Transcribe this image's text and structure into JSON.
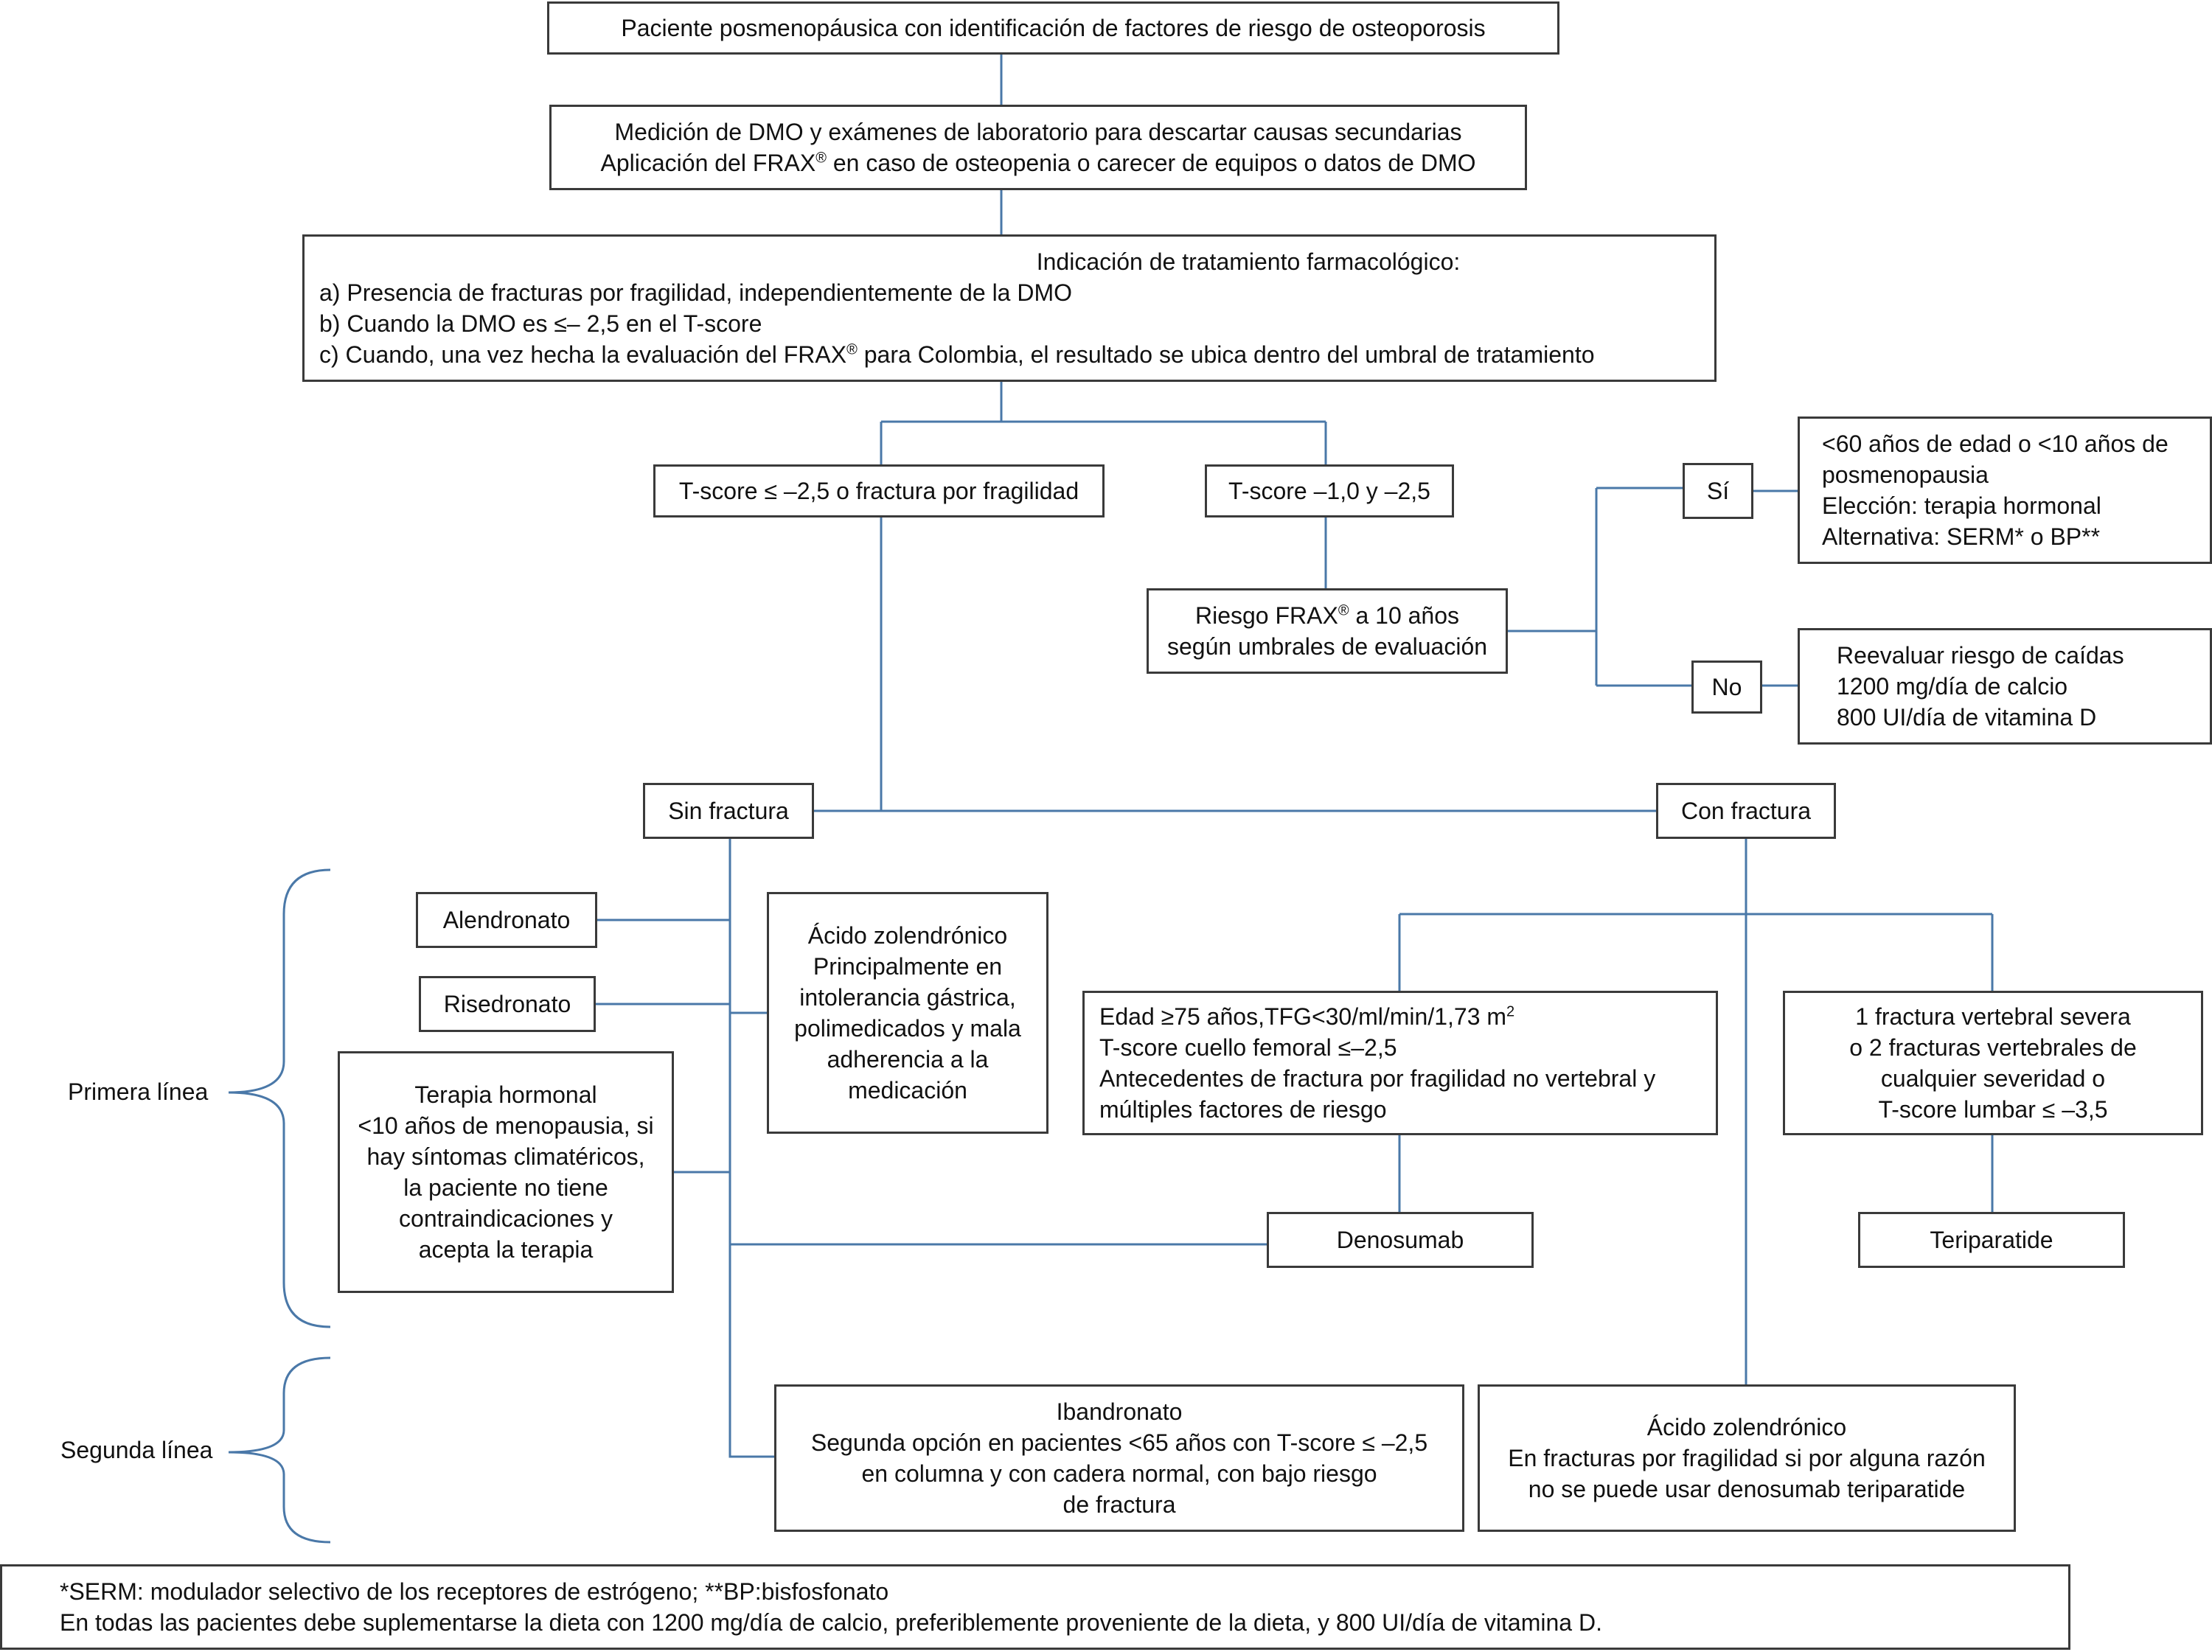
{
  "colors": {
    "connector": "#4a78a8",
    "border": "#3a3a3a",
    "text": "#111111"
  },
  "nodes": {
    "top": {
      "line1": "Paciente posmenopáusica con identificación de factores de riesgo de osteoporosis"
    },
    "dmo": {
      "line1": "Medición de DMO y exámenes de laboratorio para descartar causas secundarias",
      "line2_pre": "Aplicación del FRAX",
      "reg": "®",
      "line2_post": " en caso de osteopenia o carecer de equipos o datos de DMO"
    },
    "indicacion": {
      "title": "Indicación de tratamiento farmacológico:",
      "a": "a) Presencia de fracturas por fragilidad, independientemente de la DMO",
      "b": "b) Cuando la DMO es ≤– 2,5 en el T-score",
      "c_pre": "c) Cuando, una vez hecha la evaluación del FRAX",
      "reg": "®",
      "c_post": " para Colombia, el resultado se ubica dentro del umbral de tratamiento"
    },
    "tscore_low": "T-score ≤ –2,5 o fractura por fragilidad",
    "tscore_mid": "T-score –1,0 y –2,5",
    "frax": {
      "line1_pre": "Riesgo FRAX",
      "reg": "®",
      "line1_post": " a 10 años",
      "line2": "según umbrales de evaluación"
    },
    "si": "Sí",
    "no": "No",
    "si_result": {
      "l1": "<60 años de edad o <10 años de",
      "l2": "posmenopausia",
      "l3": "Elección: terapia hormonal",
      "l4": "Alternativa: SERM* o BP**"
    },
    "no_result": {
      "l1": "Reevaluar riesgo de caídas",
      "l2": "1200 mg/día de calcio",
      "l3": "800 UI/día de vitamina D"
    },
    "sin_fractura": "Sin fractura",
    "con_fractura": "Con fractura",
    "alendronato": "Alendronato",
    "risedronato": "Risedronato",
    "zoledronico1": {
      "l1": "Ácido zolendrónico",
      "l2": "Principalmente en",
      "l3": "intolerancia gástrica,",
      "l4": "polimedicados y mala",
      "l5": "adherencia a la",
      "l6": "medicación"
    },
    "terapia_hormonal": {
      "l1": "Terapia hormonal",
      "l2": "<10 años de menopausia, si",
      "l3": "hay síntomas climatéricos,",
      "l4": "la paciente no tiene",
      "l5": "contraindicaciones y",
      "l6": "acepta la terapia"
    },
    "edad": {
      "l1_pre": "Edad ≥75 años,TFG<30/ml/min/1,73 m",
      "sup": "2",
      "l2": "T-score cuello femoral ≤–2,5",
      "l3": "Antecedentes de fractura por fragilidad no vertebral y",
      "l4": "múltiples factores de riesgo"
    },
    "vertebral": {
      "l1": "1 fractura vertebral severa",
      "l2": "o 2 fracturas vertebrales de",
      "l3": "cualquier severidad o",
      "l4": "T-score lumbar ≤ –3,5"
    },
    "denosumab": "Denosumab",
    "teriparatide": "Teriparatide",
    "ibandronato": {
      "l1": "Ibandronato",
      "l2": "Segunda opción en pacientes <65 años con T-score ≤ –2,5",
      "l3": "en columna y con cadera normal, con bajo riesgo",
      "l4": "de fractura"
    },
    "zoledronico2": {
      "l1": "Ácido zolendrónico",
      "l2": "En fracturas por fragilidad si por alguna razón",
      "l3": "no se puede usar denosumab teriparatide"
    }
  },
  "side_labels": {
    "primera": "Primera línea",
    "segunda": "Segunda línea"
  },
  "footnote": {
    "l1": "*SERM: modulador selectivo de los receptores de estrógeno; **BP:bisfosfonato",
    "l2": "En todas las pacientes debe suplementarse la dieta con 1200 mg/día de calcio, preferiblemente proveniente de la dieta, y 800 UI/día de vitamina D."
  }
}
